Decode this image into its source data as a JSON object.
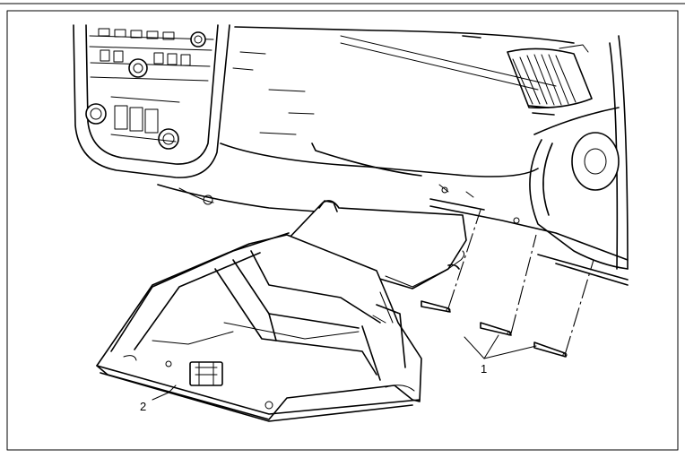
{
  "callouts": [
    {
      "label": "1",
      "part": "fastener-pins"
    },
    {
      "label": "2",
      "part": "glove-box"
    }
  ]
}
